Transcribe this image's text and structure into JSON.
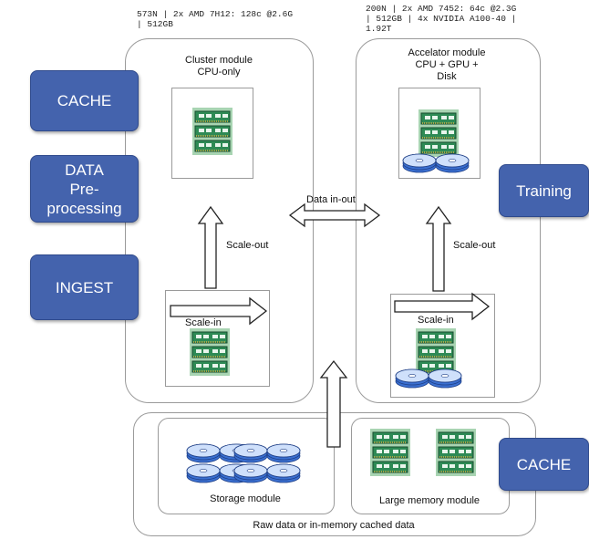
{
  "specs": {
    "cluster": "573N | 2x AMD 7H12: 128c @2.6G\n| 512GB",
    "accelerator": "200N | 2x AMD 7452: 64c @2.3G\n| 512GB | 4x NVIDIA A100-40 |\n1.92T"
  },
  "modules": {
    "cluster_title": "Cluster module\nCPU-only",
    "accelerator_title": "Accelator module\nCPU + GPU +\nDisk",
    "storage": "Storage module",
    "large_memory": "Large memory module",
    "bottom_caption": "Raw data or in-memory cached data"
  },
  "workloads": {
    "left": [
      "CACHE",
      "DATA\nPre-\nprocessing",
      "INGEST"
    ],
    "training": "Training",
    "bottom_cache": "CACHE"
  },
  "arrows": {
    "scale_out_left": "Scale-out",
    "scale_out_right": "Scale-out",
    "scale_in_left": "Scale-in",
    "scale_in_right": "Scale-in",
    "data_in_out": "Data in-out"
  },
  "icons": {
    "ram": "ram-module-icon",
    "disk": "disk-stack-icon"
  },
  "colors": {
    "workload_blue": "#4463ad",
    "ram_green": "#2e8a55",
    "disk_blue": "#3a6fd0"
  }
}
